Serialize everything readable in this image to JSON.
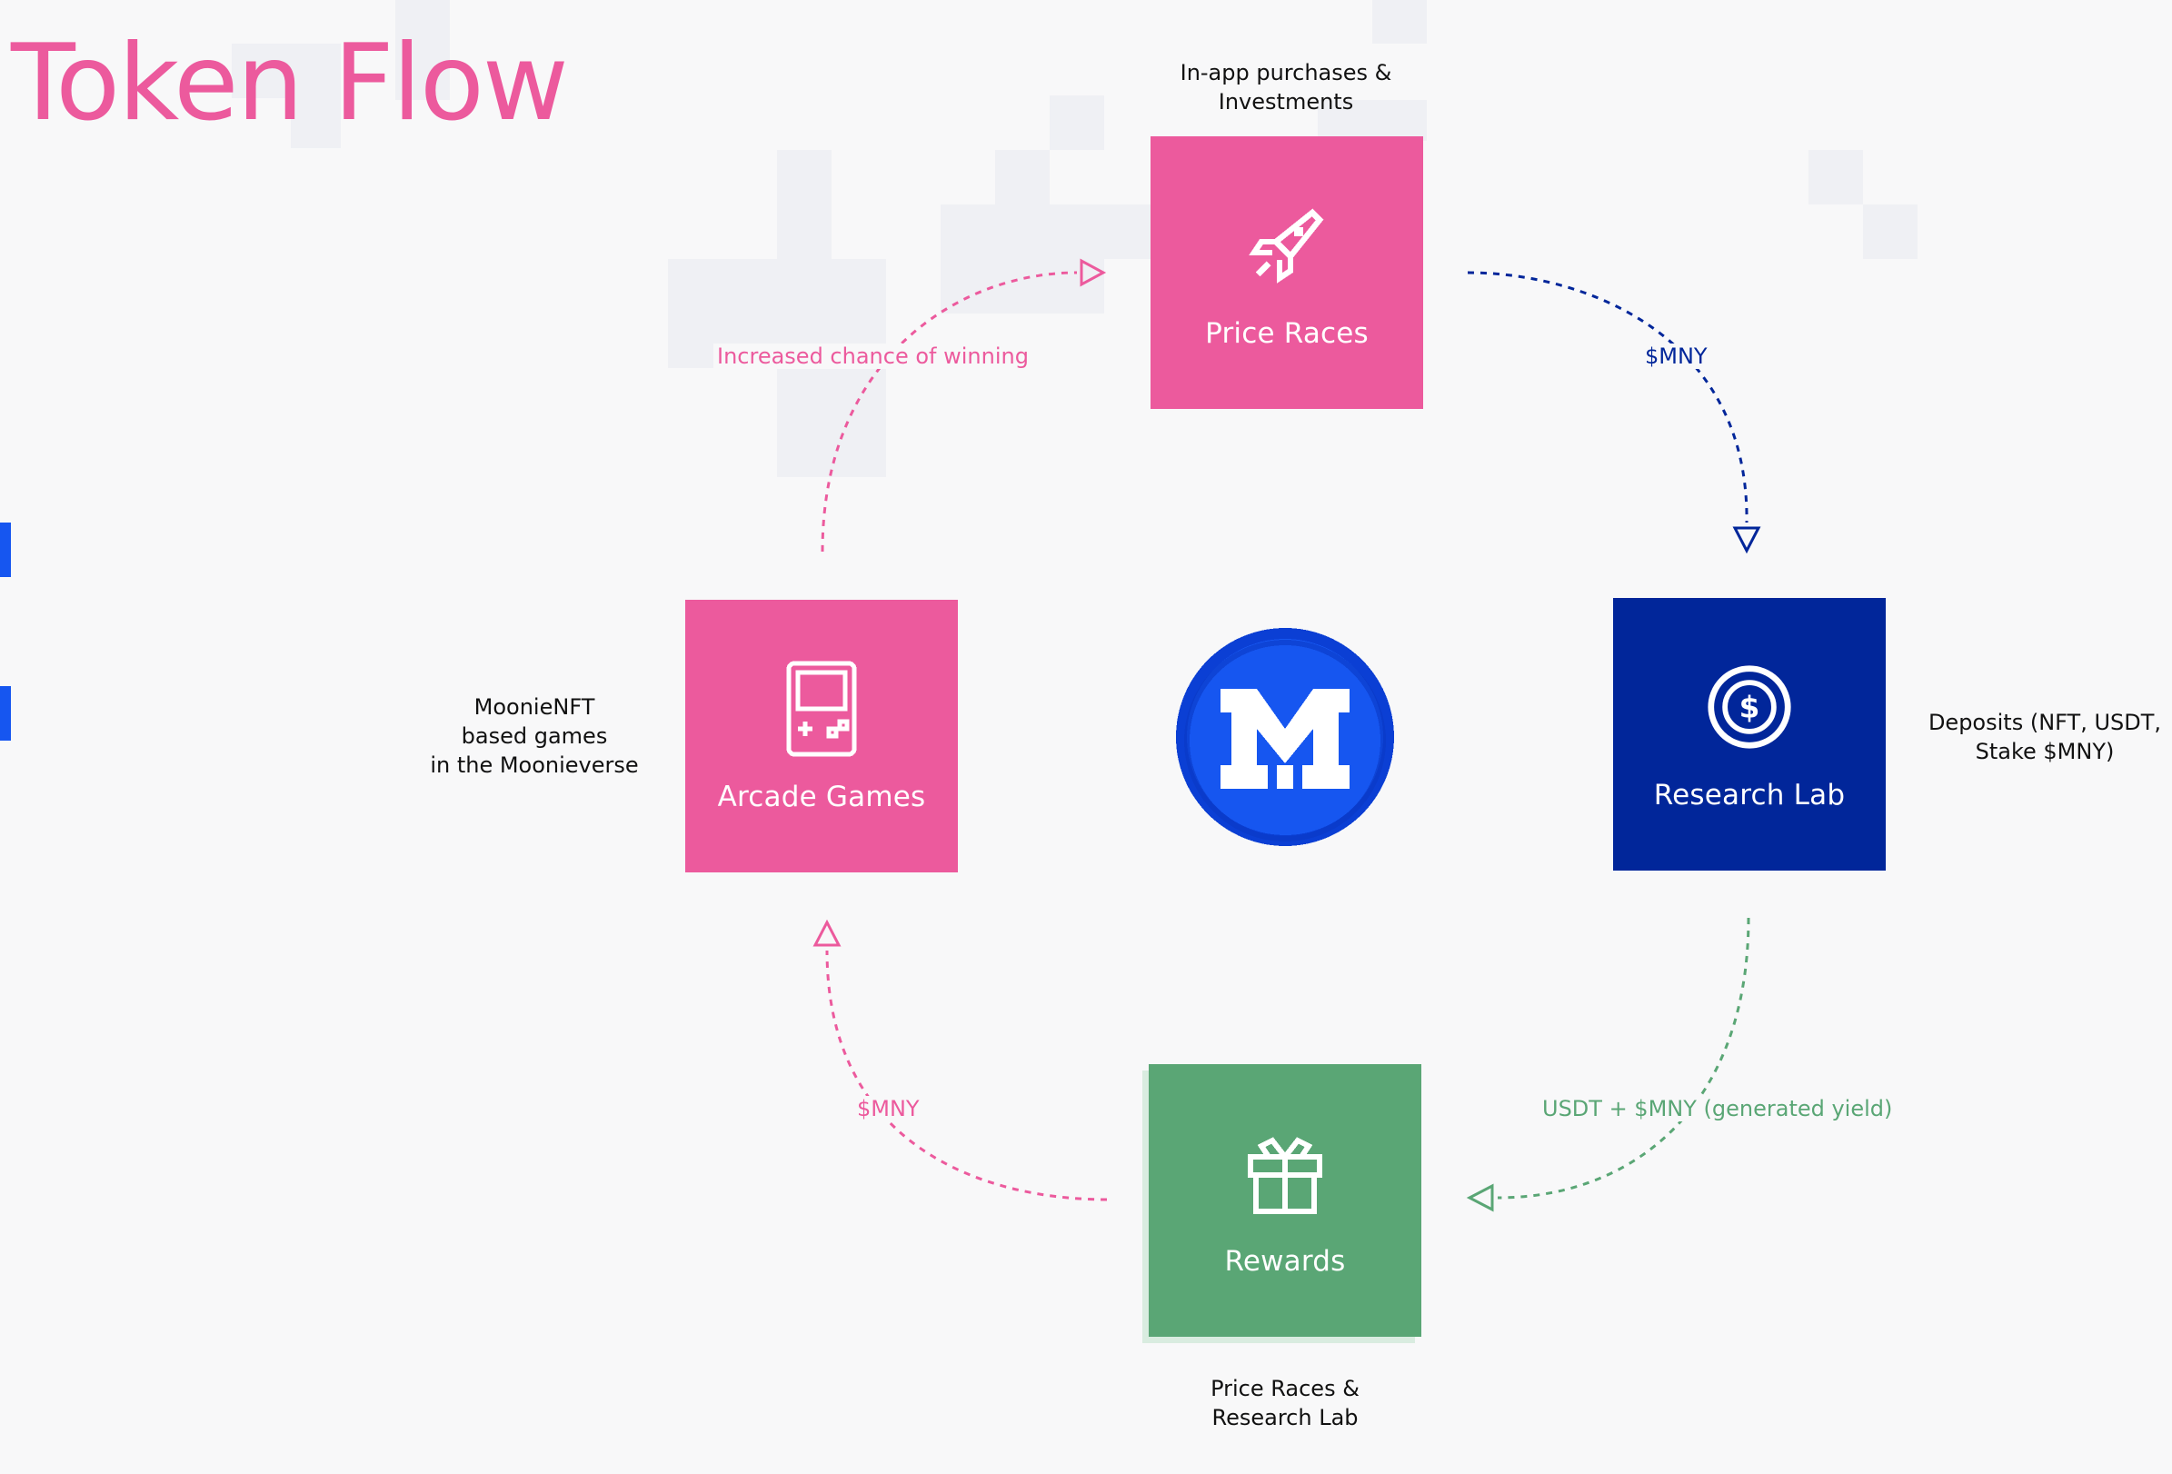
{
  "title": "Token Flow",
  "colors": {
    "pink": "#ec5a9d",
    "navy": "#01269a",
    "green": "#5aa675",
    "coin_blue": "#1656f0"
  },
  "nodes": {
    "price_races": {
      "label": "Price Races",
      "icon": "rocket-icon",
      "annotation": [
        "In-app purchases &",
        "Investments"
      ]
    },
    "research_lab": {
      "label": "Research Lab",
      "icon": "dollar-coin-icon",
      "annotation": [
        "Deposits (NFT, USDT,",
        "Stake $MNY)"
      ]
    },
    "rewards": {
      "label": "Rewards",
      "icon": "gift-icon",
      "annotation": [
        "Price Races &",
        "Research Lab"
      ]
    },
    "arcade_games": {
      "label": "Arcade Games",
      "icon": "gameboy-icon",
      "annotation": [
        "MoonieNFT",
        "based games",
        "in the Moonieverse"
      ]
    },
    "center": {
      "icon": "moonie-m-logo-icon"
    }
  },
  "flows": [
    {
      "from": "Price Races",
      "to": "Research Lab",
      "label": "$MNY",
      "color": "#01269a"
    },
    {
      "from": "Research Lab",
      "to": "Rewards",
      "label": "USDT + $MNY (generated yield)",
      "color": "#5aa675"
    },
    {
      "from": "Rewards",
      "to": "Arcade Games",
      "label": "$MNY",
      "color": "#ec5a9d"
    },
    {
      "from": "Arcade Games",
      "to": "Price Races",
      "label": "Increased chance of winning",
      "color": "#ec5a9d"
    }
  ]
}
